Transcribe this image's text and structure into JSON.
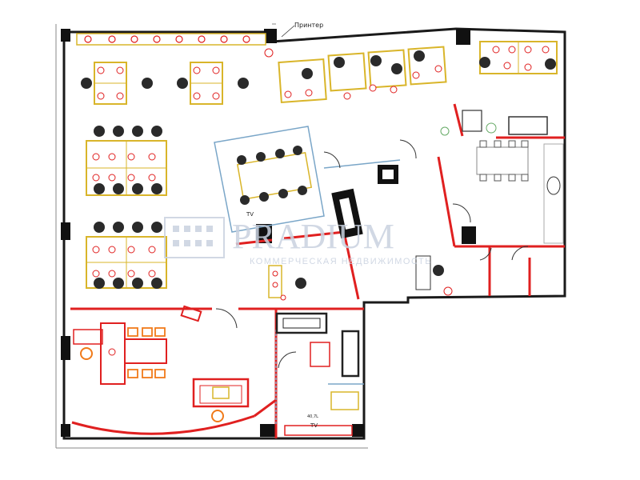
{
  "labels": {
    "printer": "Принтер",
    "tv_meeting": "TV",
    "tv_lounge": "TV",
    "room_code": "40,7L"
  },
  "watermark": {
    "brand": "PRADIUM",
    "tagline": "КОММЕРЧЕСКАЯ НЕДВИЖИМОСТЬ"
  },
  "colors": {
    "wall": "#1a1a1a",
    "partition": "#e02020",
    "furniture": "#d9b52a",
    "chair": "#2a2a2a",
    "glass": "#7aa6c8",
    "orange": "#f07a1a",
    "watermark": "#c9d2e0"
  }
}
